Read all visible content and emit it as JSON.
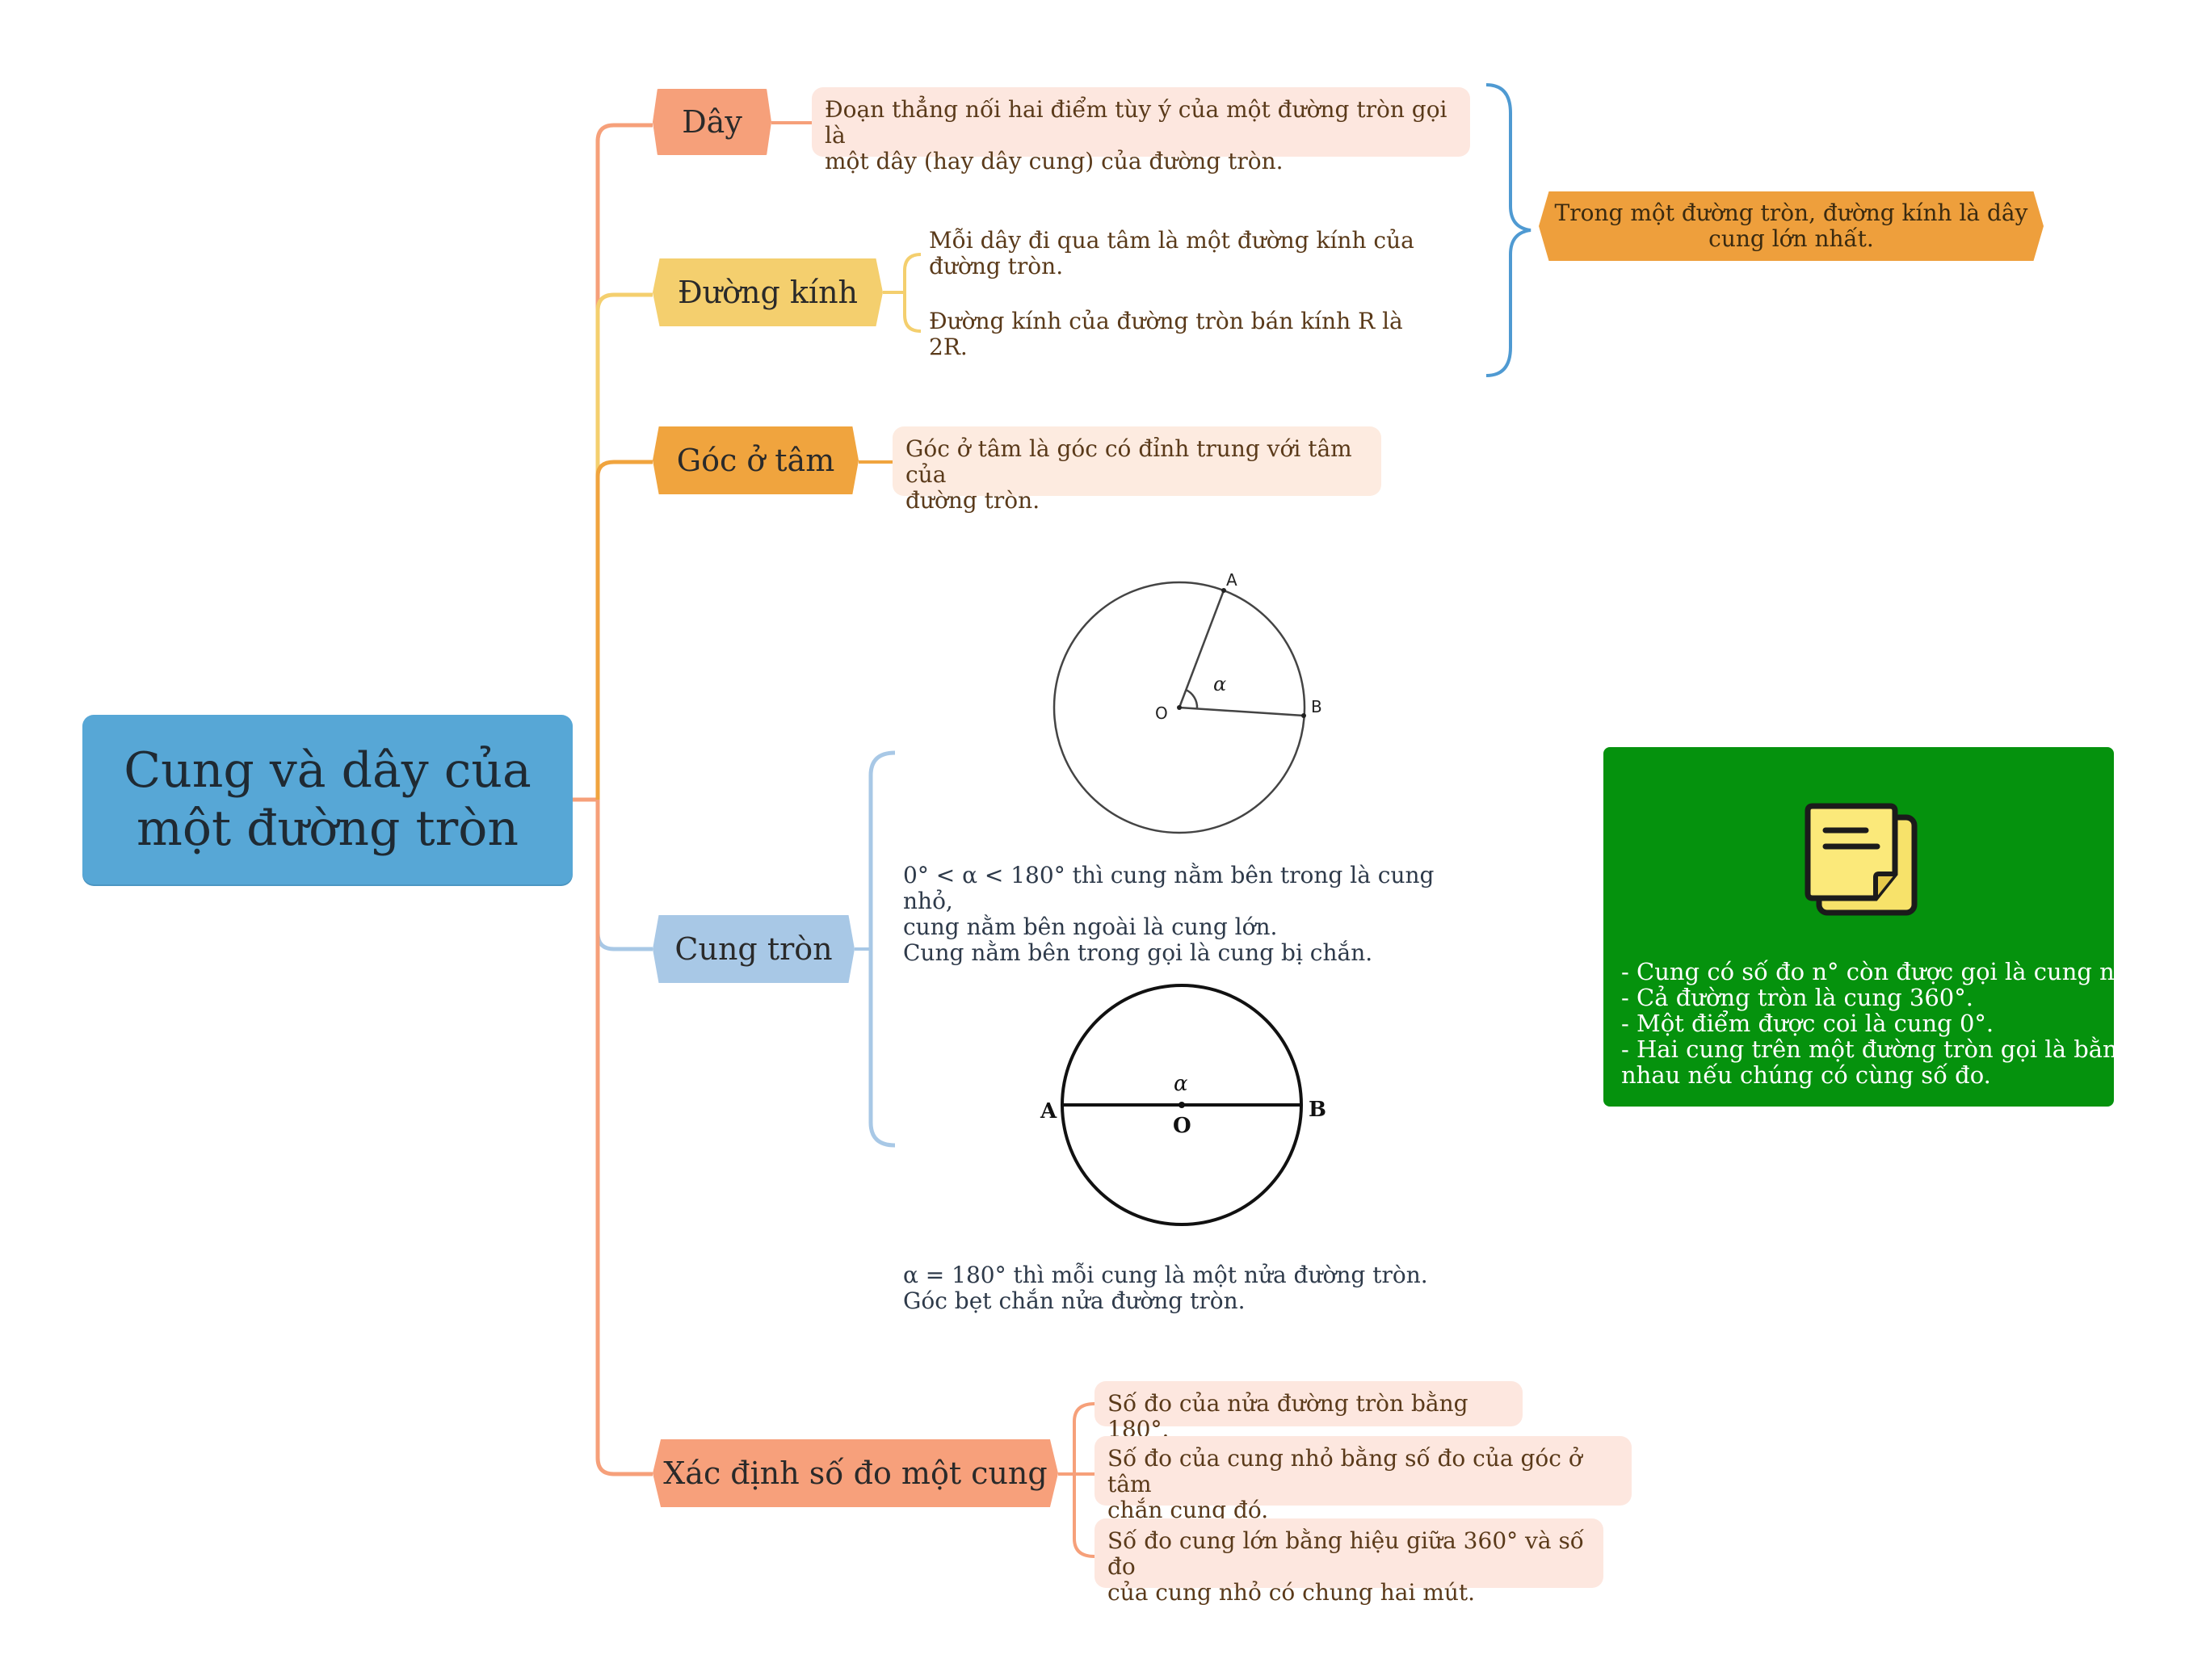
{
  "root": {
    "line1": "Cung và dây của",
    "line2": "một đường tròn"
  },
  "branches": {
    "day": "Dây",
    "duong_kinh": "Đường kính",
    "goc_o_tam": "Góc ở tâm",
    "cung_tron": "Cung tròn",
    "xac_dinh": "Xác định số đo một cung"
  },
  "day_note": {
    "line1": "Đoạn thẳng nối hai điểm tùy ý của một đường tròn gọi là",
    "line2": "một dây (hay dây cung) của đường tròn."
  },
  "duong_kinh_notes": {
    "a1": "Mỗi dây đi qua tâm là một đường kính của",
    "a2": "đường tròn.",
    "b1": "Đường kính của đường tròn bán kính R là",
    "b2": "2R."
  },
  "summary": {
    "line1": "Trong một đường tròn, đường kính là dây",
    "line2": "cung lớn nhất."
  },
  "goc_note": {
    "line1": "Góc ở tâm là góc có đỉnh trung với tâm của",
    "line2": "đường tròn."
  },
  "figure1": {
    "label_a": "A",
    "label_b": "B",
    "label_o": "O",
    "label_alpha": "α"
  },
  "cung_text1": {
    "line1": "0° < α < 180° thì cung nằm bên trong là cung nhỏ,",
    "line2": "cung nằm bên ngoài là cung lớn.",
    "line3": "Cung nằm bên trong gọi là cung bị chắn."
  },
  "figure2": {
    "label_a": "A",
    "label_b": "B",
    "label_o": "O",
    "label_alpha": "α"
  },
  "cung_text2": {
    "line1": "α = 180° thì mỗi cung là một nửa đường tròn.",
    "line2": "Góc bẹt chắn nửa đường tròn."
  },
  "xac_dinh_notes": {
    "n1": "Số đo của nửa đường tròn bằng 180°.",
    "n2a": "Số đo của cung nhỏ bằng số đo của góc ở tâm",
    "n2b": "chắn cung đó.",
    "n3a": "Số đo cung lớn bằng hiệu giữa 360° và số đo",
    "n3b": "của cung nhỏ có chung hai mút."
  },
  "green_note": {
    "line1": "- Cung có số đo n° còn được gọi là cung n°.",
    "line2": "- Cả đường tròn là cung 360°.",
    "line3": "- Một điểm được coi là cung 0°.",
    "line4": "- Hai cung trên một đường tròn gọi là bằng",
    "line5": "nhau nếu chúng có cùng số đo."
  },
  "icons": {
    "note": "sticky-note-icon"
  },
  "colors": {
    "root": "#57a7d6",
    "day": "#f6a07a",
    "duong_kinh": "#f4cf6e",
    "goc": "#f0a43e",
    "cung": "#a8c8e6",
    "xac_dinh": "#f7a07b",
    "green": "#05920d",
    "summary": "#ee9f3c"
  }
}
